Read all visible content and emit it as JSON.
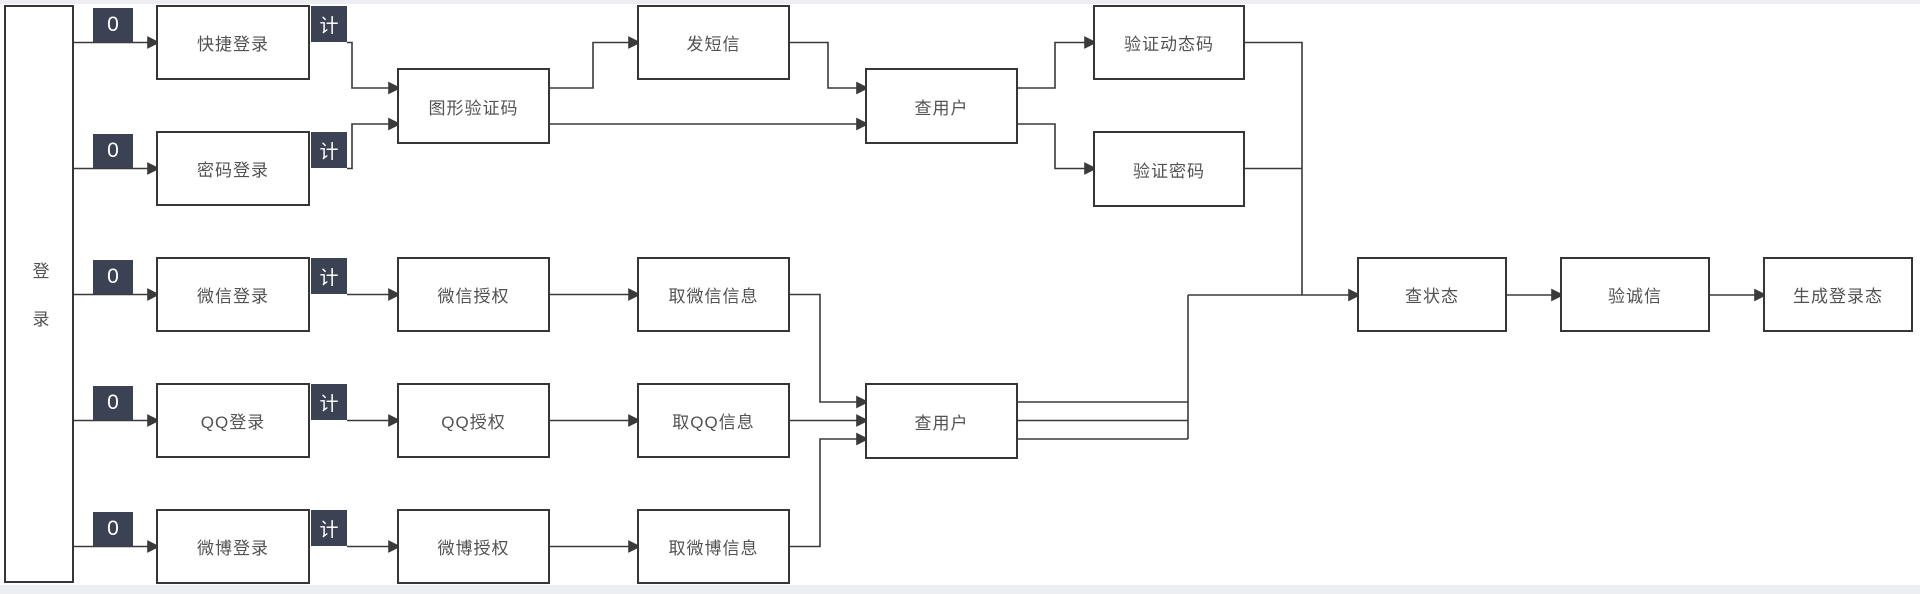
{
  "diagram": {
    "root_label": "登录",
    "badge_zero": "0",
    "badge_counter": "计",
    "nodes": {
      "quick_login": "快捷登录",
      "password_login": "密码登录",
      "wechat_login": "微信登录",
      "qq_login": "QQ登录",
      "weibo_login": "微博登录",
      "captcha": "图形验证码",
      "send_sms": "发短信",
      "check_user_top": "查用户",
      "verify_dynamic_code": "验证动态码",
      "verify_password": "验证密码",
      "wechat_auth": "微信授权",
      "qq_auth": "QQ授权",
      "weibo_auth": "微博授权",
      "get_wechat_info": "取微信信息",
      "get_qq_info": "取QQ信息",
      "get_weibo_info": "取微博信息",
      "check_user_bottom": "查用户",
      "check_status": "查状态",
      "verify_credit": "验诚信",
      "generate_login_state": "生成登录态"
    },
    "colors": {
      "badge_bg": "#3b4254",
      "badge_text": "#ffffff",
      "box_border": "#363636",
      "line": "#3a3a3a",
      "label_text": "#525252",
      "canvas_bg": "#ffffff",
      "edge_strip": "#edeef1"
    }
  }
}
